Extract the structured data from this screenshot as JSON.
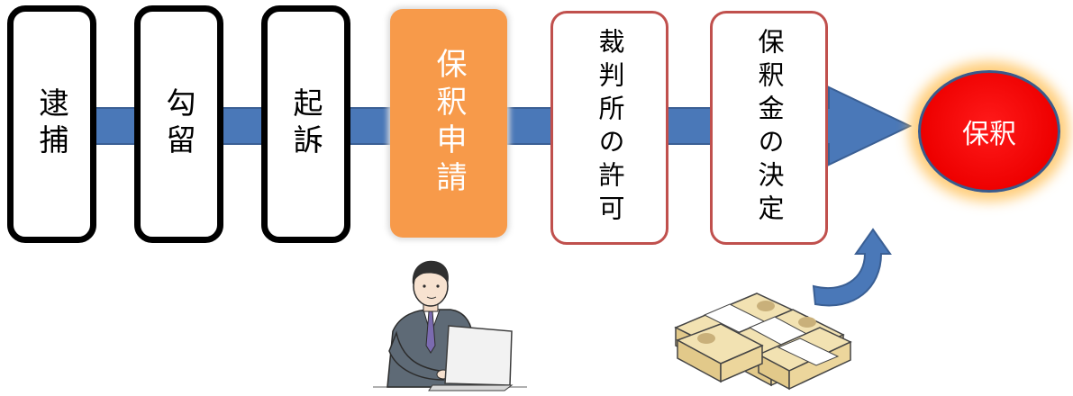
{
  "steps": [
    {
      "label": "逮捕"
    },
    {
      "label": "勾留"
    },
    {
      "label": "起訴"
    },
    {
      "label": "保釈申請"
    },
    {
      "label": "裁判所の許可"
    },
    {
      "label": "保釈金の決定"
    }
  ],
  "goal": {
    "label": "保釈"
  },
  "colors": {
    "arrow": "#4a78b8",
    "arrow_border": "#3a5f94",
    "step_border_dark": "#000000",
    "step_highlight": "#f79a4a",
    "step_border_red": "#c0504d",
    "goal_fill": "#ee0000",
    "goal_glow": "#ffbe50"
  },
  "illustrations": [
    {
      "name": "businessman-at-laptop"
    },
    {
      "name": "stacks-of-banknotes"
    }
  ]
}
